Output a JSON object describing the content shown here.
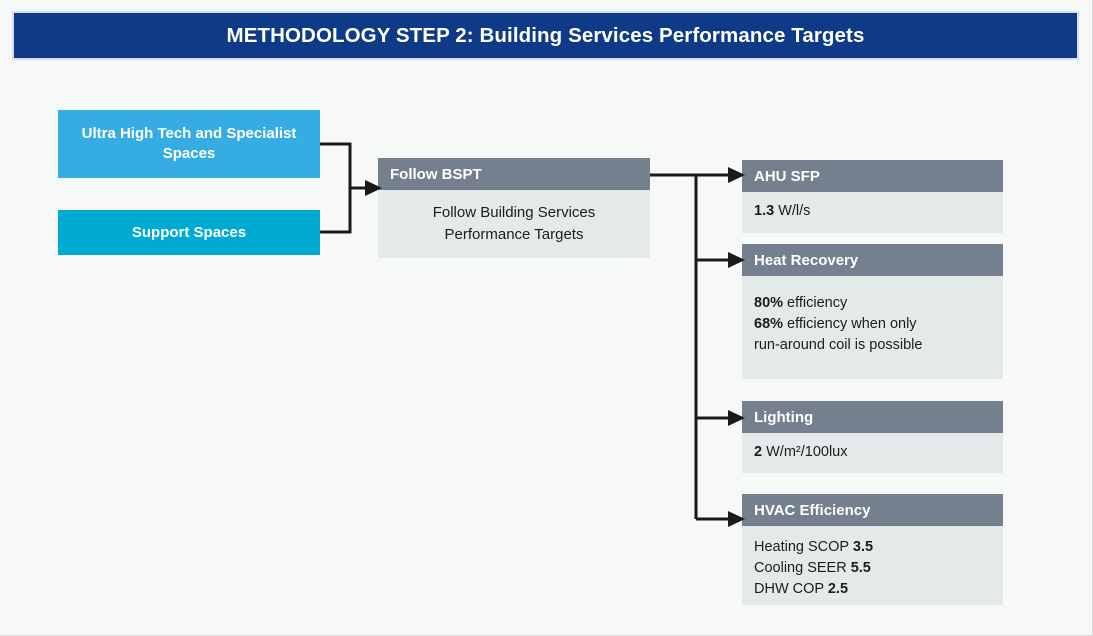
{
  "header": {
    "title": "METHODOLOGY STEP 2: Building Services Performance Targets",
    "bar_color": "#0e3a87"
  },
  "colors": {
    "page_background": "#f7f8f8",
    "input_box_light_blue": "#35ace2",
    "input_box_cyan": "#00aad0",
    "panel_header_gray": "#74808e",
    "panel_body_gray": "#e4eaea",
    "connector": "#1a1a1a"
  },
  "inputs": [
    {
      "label": "Ultra High Tech and Specialist Spaces",
      "color": "#35ace2"
    },
    {
      "label": "Support Spaces",
      "color": "#00aad0"
    }
  ],
  "process": {
    "title": "Follow BSPT",
    "body": "Follow Building Services Performance Targets"
  },
  "targets": [
    {
      "title": "AHU SFP",
      "lines": [
        {
          "value": "1.3",
          "unit": " W/l/s"
        }
      ]
    },
    {
      "title": "Heat Recovery",
      "lines": [
        {
          "value": "80%",
          "unit": " efficiency"
        },
        {
          "value": "68%",
          "unit": " efficiency when only"
        },
        {
          "value": "",
          "unit": "run-around coil is possible"
        }
      ]
    },
    {
      "title": "Lighting",
      "lines": [
        {
          "value": "2",
          "unit": " W/m²/100lux"
        }
      ]
    },
    {
      "title": "HVAC Efficiency",
      "lines": [
        {
          "value": "",
          "unit": "Heating SCOP ",
          "trailing_value": "3.5"
        },
        {
          "value": "",
          "unit": "Cooling SEER ",
          "trailing_value": "5.5"
        },
        {
          "value": "",
          "unit": "DHW COP  ",
          "trailing_value": "2.5"
        }
      ]
    }
  ]
}
